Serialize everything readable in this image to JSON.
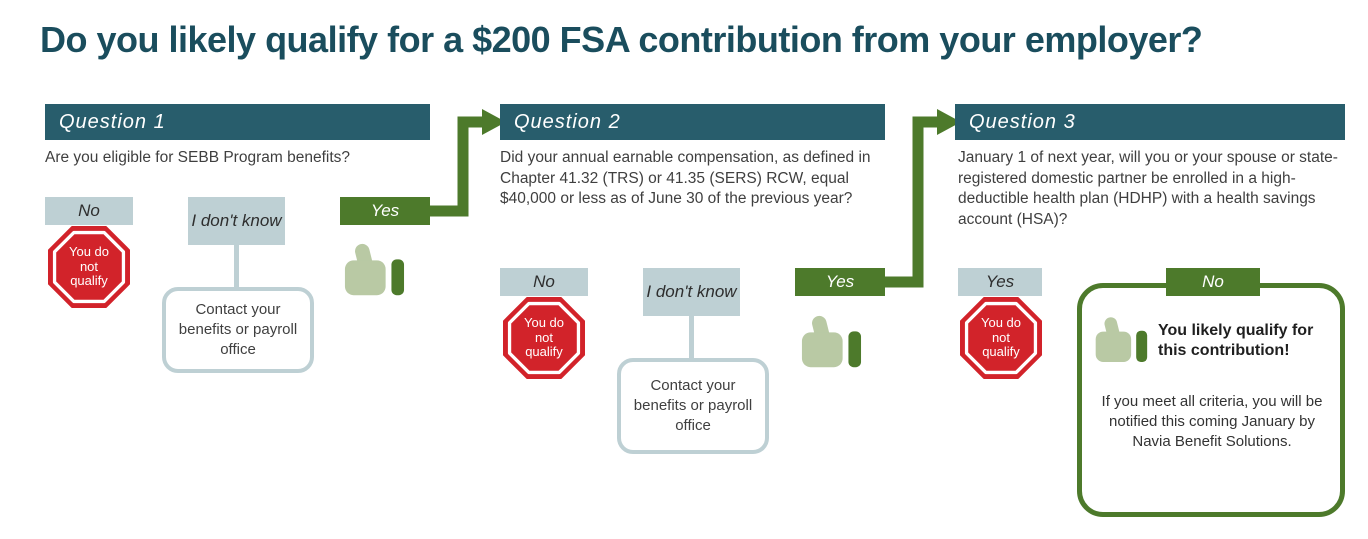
{
  "title": "Do you likely qualify for a $200 FSA contribution from your employer?",
  "questions": [
    {
      "label": "Question 1",
      "text": "Are you eligible for SEBB Program benefits?",
      "options": {
        "no": "No",
        "dont_know": "I don't know",
        "yes": "Yes"
      },
      "stop_text": "You do not qualify",
      "contact_text": "Contact your benefits or payroll office"
    },
    {
      "label": "Question 2",
      "text": "Did your annual earnable compensation, as defined in Chapter 41.32 (TRS) or 41.35 (SERS) RCW, equal $40,000 or less as of June 30 of the previous year?",
      "options": {
        "no": "No",
        "dont_know": "I don't know",
        "yes": "Yes"
      },
      "stop_text": "You do not qualify",
      "contact_text": "Contact your benefits or payroll office"
    },
    {
      "label": "Question 3",
      "text": "January 1 of next year, will you or your spouse or state-registered domestic partner be enrolled in a high-deductible health plan (HDHP) with a health savings account (HSA)?",
      "options": {
        "yes": "Yes",
        "no": "No"
      },
      "stop_text": "You do not qualify"
    }
  ],
  "result": {
    "title": "You likely qualify for this contribution!",
    "body": "If you meet all criteria, you will be notified this coming January by Navia Benefit Solutions."
  },
  "colors": {
    "title_teal": "#1a4d5d",
    "header_teal": "#285d6c",
    "green": "#4d7a2b",
    "light_blue_gray": "#bed0d4",
    "stop_red": "#d2232a",
    "thumb_green": "#b9c9a4"
  },
  "icons": {
    "stop": "stop-sign-octagon",
    "thumbs_up": "thumbs-up-icon",
    "arrow": "flow-arrow-right"
  }
}
